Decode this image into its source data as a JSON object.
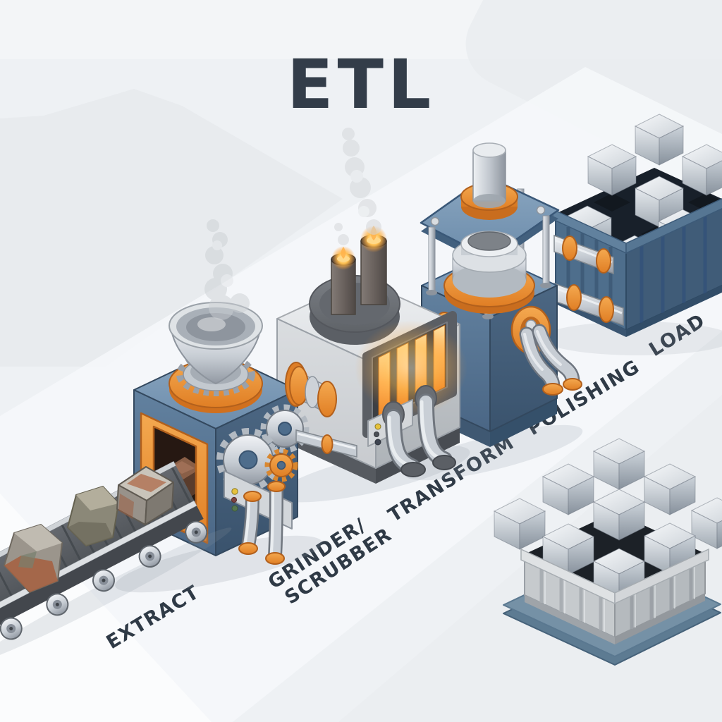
{
  "title": "ETL",
  "stages": [
    {
      "id": "extract",
      "label": "EXTRACT"
    },
    {
      "id": "grinder-scrubber",
      "label_line1": "GRINDER/",
      "label_line2": "SCRUBBER"
    },
    {
      "id": "transform",
      "label": "TRANSFORM"
    },
    {
      "id": "polishing",
      "label": "POLISHING"
    },
    {
      "id": "load",
      "label": "LOAD"
    }
  ],
  "icons": {
    "conveyor_belt": "belt with raw ore rocks",
    "hopper_funnel": "metal funnel with smoke",
    "gears": "silver and orange gears",
    "furnace_grill": "glowing orange slats",
    "chimneys": "two flaming smokestacks",
    "press": "hydraulic polishing press",
    "metal_cubes": "stacked chrome cubes",
    "container": "shipping crate bin"
  },
  "colors": {
    "background": "#eef1f4",
    "title_text": "#333d49",
    "label_text": "#2f3a46",
    "machine_blue": "#5b7c9d",
    "accent_orange": "#e8872d",
    "chrome_silver": "#c9cfd6",
    "furnace_glow": "#ffab45",
    "container_blue": "#4e6e8c",
    "crate_gray": "#c6cacd"
  }
}
